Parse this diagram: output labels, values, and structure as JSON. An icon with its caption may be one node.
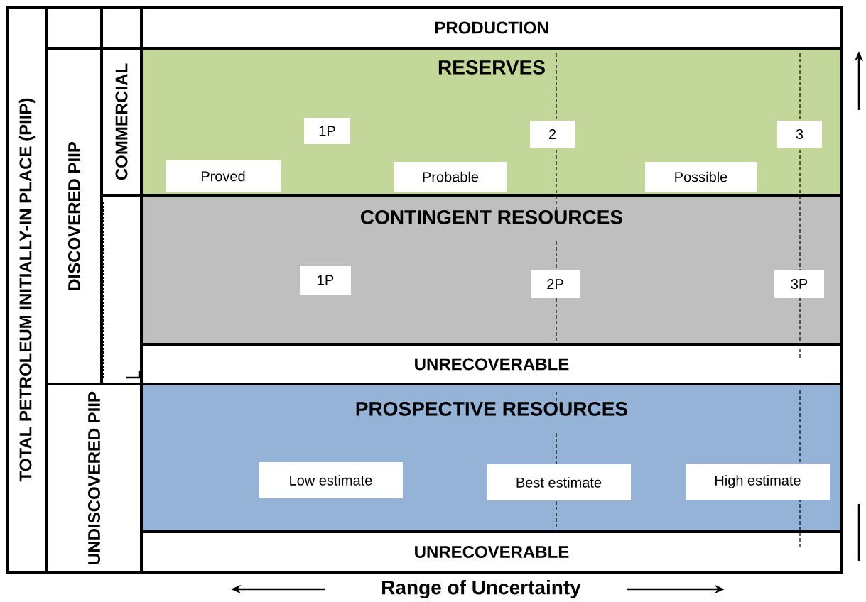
{
  "diagram": {
    "nodes": [
      {
        "text": [
          "TOTAL PETROLEUM INITIALLY-IN PLACE (PIIP)"
        ]
      },
      {
        "text": [],
        "shape": "box"
      },
      {
        "text": [],
        "shape": "box"
      },
      {
        "text": [
          "PRODUCTION"
        ]
      },
      {
        "text": [
          "DISCOVERED PIIP"
        ]
      },
      {
        "text": [
          "COMMERCIAL"
        ]
      },
      {
        "text": [
          "RESERVES"
        ]
      },
      {
        "text": [
          "1P"
        ],
        "in": 6
      },
      {
        "text": [
          "2"
        ],
        "in": 6
      },
      {
        "text": [
          "3"
        ],
        "in": 6
      },
      {
        "text": [
          "Proved"
        ],
        "in": 6
      },
      {
        "text": [
          "Probable"
        ],
        "in": 6
      },
      {
        "text": [
          "Possible"
        ],
        "in": 6
      },
      {
        "text": [],
        "shape": "box"
      },
      {
        "text": [
          "CONTINGENT RESOURCES"
        ]
      },
      {
        "text": [
          "1P"
        ],
        "in": 14
      },
      {
        "text": [
          "2P"
        ],
        "in": 14
      },
      {
        "text": [
          "3P"
        ],
        "in": 14
      },
      {
        "text": [
          "UNRECOVERABLE"
        ]
      },
      {
        "text": [
          "UNDISCOVERED PIIP"
        ]
      },
      {
        "text": [
          "PROSPECTIVE RESOURCES"
        ]
      },
      {
        "text": [
          "Low estimate"
        ],
        "in": 20
      },
      {
        "text": [
          "Best estimate"
        ],
        "in": 20
      },
      {
        "text": [
          "High estimate"
        ],
        "in": 20
      },
      {
        "text": [
          "UNRECOVERABLE"
        ]
      }
    ],
    "labels": [
      "Range of Uncertainty"
    ]
  }
}
